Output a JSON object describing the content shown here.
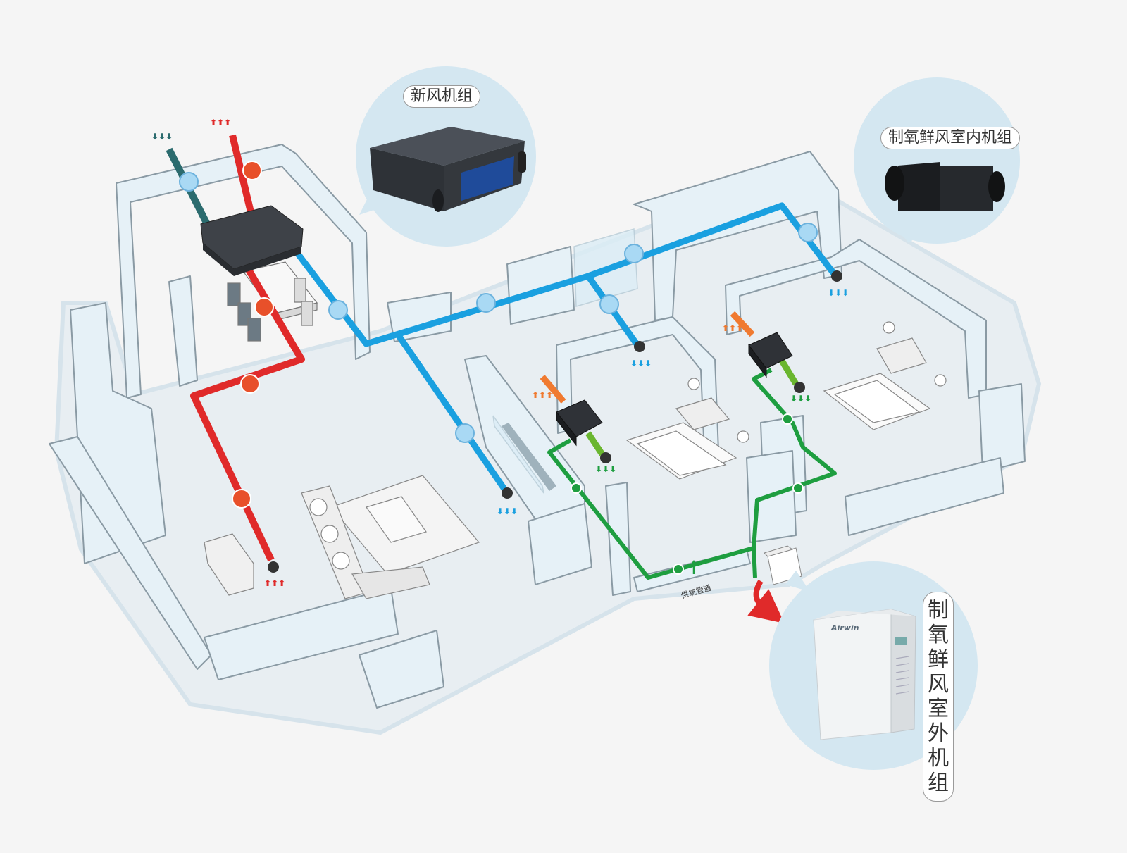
{
  "labels": {
    "fresh_air_unit": "新风机组",
    "indoor_unit": "制氧鲜风室内机组",
    "outdoor_unit": "制氧鲜风室外机组",
    "pipe": "供氧管道"
  },
  "brand": "Airwin",
  "colors": {
    "supply_blue": "#1aa0e0",
    "exhaust_red": "#e02a2a",
    "intake_teal": "#2b6b6e",
    "oxygen_green": "#1e9e40",
    "indoor_orange": "#f07a30",
    "wall": "#e6f1f7",
    "callout": "#d4e7f1"
  }
}
